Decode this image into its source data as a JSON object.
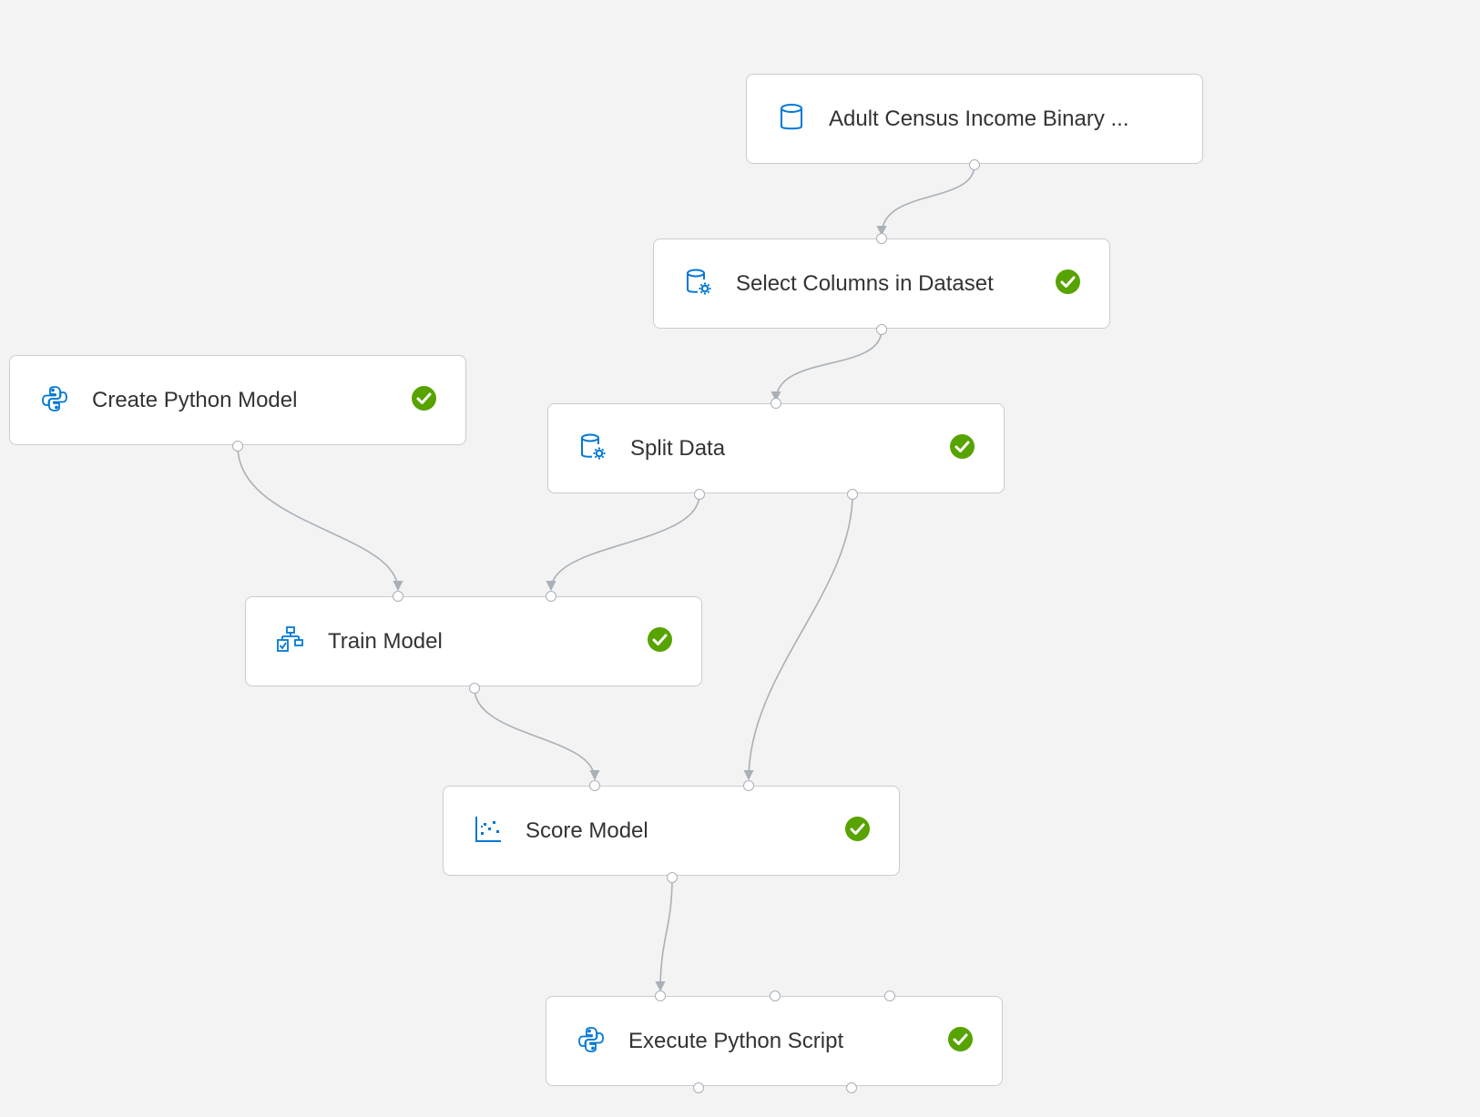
{
  "pipeline": {
    "accent_color": "#0078d4",
    "status_color": "#57a300",
    "edge_color": "#a9b0b8",
    "nodes": [
      {
        "id": "adult",
        "label": "Adult Census Income Binary ...",
        "icon": "dataset-cylinder-icon",
        "status": "none"
      },
      {
        "id": "select",
        "label": "Select Columns in Dataset",
        "icon": "data-transform-icon",
        "status": "completed"
      },
      {
        "id": "create",
        "label": "Create Python Model",
        "icon": "python-icon",
        "status": "completed"
      },
      {
        "id": "split",
        "label": "Split Data",
        "icon": "data-transform-icon",
        "status": "completed"
      },
      {
        "id": "train",
        "label": "Train Model",
        "icon": "train-model-icon",
        "status": "completed"
      },
      {
        "id": "score",
        "label": "Score Model",
        "icon": "score-model-icon",
        "status": "completed"
      },
      {
        "id": "execute",
        "label": "Execute Python Script",
        "icon": "python-icon",
        "status": "completed"
      }
    ]
  }
}
